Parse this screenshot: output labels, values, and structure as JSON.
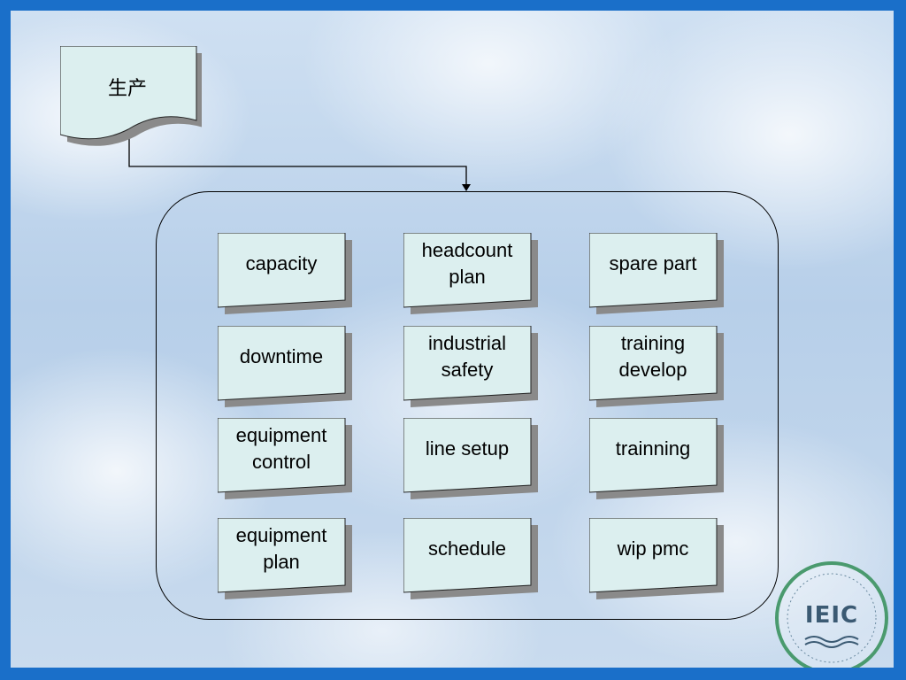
{
  "source_node": {
    "label": "生产"
  },
  "tasks": [
    {
      "label": "capacity"
    },
    {
      "label": "headcount plan"
    },
    {
      "label": "spare part"
    },
    {
      "label": "downtime"
    },
    {
      "label": "industrial safety"
    },
    {
      "label": "training develop"
    },
    {
      "label": "equipment control"
    },
    {
      "label": "line setup"
    },
    {
      "label": "trainning"
    },
    {
      "label": "equipment plan"
    },
    {
      "label": "schedule"
    },
    {
      "label": "wip pmc"
    }
  ],
  "logo": {
    "text": "IEIC",
    "icon": "circular-seal-logo"
  },
  "colors": {
    "frame": "#1a6fc9",
    "card_fill": "#dcefef",
    "card_shadow": "#8a8a8a",
    "line": "#000000"
  }
}
